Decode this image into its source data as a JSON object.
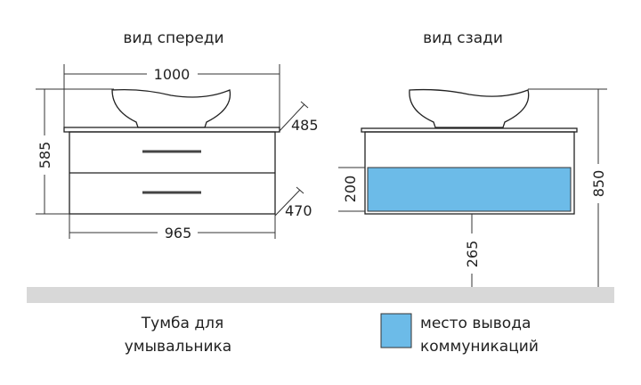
{
  "views": {
    "front_title": "вид спереди",
    "rear_title": "вид сзади"
  },
  "dimensions": {
    "width_top": "1000",
    "height_left": "585",
    "depth_top": "485",
    "depth_bottom": "470",
    "width_bottom": "965",
    "utility_zone_height": "200",
    "floor_to_cabinet": "265",
    "total_height": "850"
  },
  "caption": {
    "line1": "Тумба для",
    "line2": "умывальника"
  },
  "legend": {
    "line1": "место вывода",
    "line2": "коммуникаций",
    "color": "#6cbbe8"
  },
  "colors": {
    "floor": "#d8d8d8",
    "line": "#222222"
  }
}
